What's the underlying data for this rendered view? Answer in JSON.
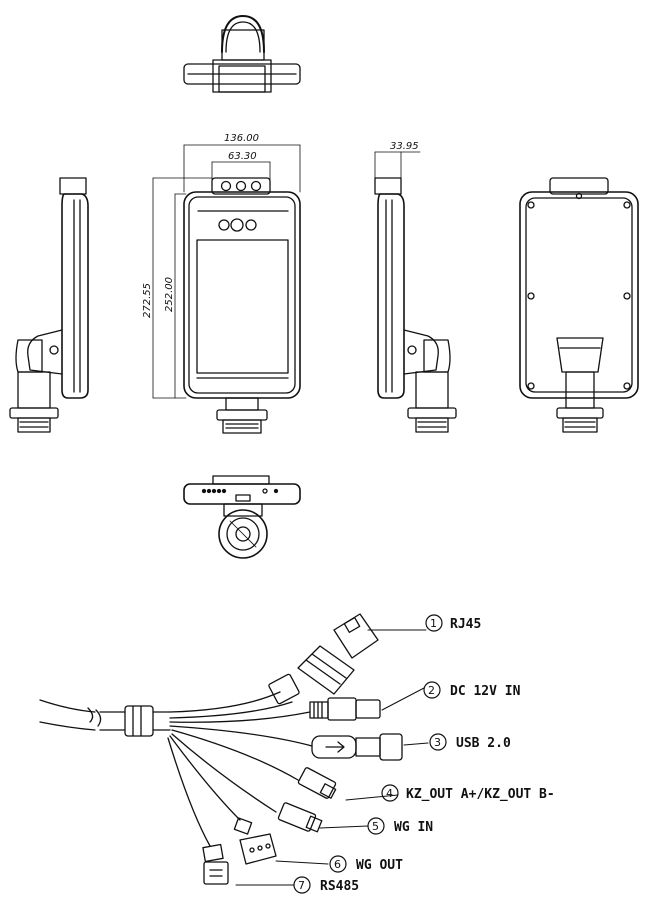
{
  "dimensions": {
    "overall_width": "136.00",
    "camera_width": "63.30",
    "overall_height": "272.55",
    "screen_height": "252.00",
    "depth": "33.95"
  },
  "connectors": [
    {
      "number": "1",
      "label": "RJ45"
    },
    {
      "number": "2",
      "label": "DC 12V IN"
    },
    {
      "number": "3",
      "label": "USB 2.0"
    },
    {
      "number": "4",
      "label": "KZ_OUT A+/KZ_OUT B-"
    },
    {
      "number": "5",
      "label": "WG IN"
    },
    {
      "number": "6",
      "label": "WG OUT"
    },
    {
      "number": "7",
      "label": "RS485"
    }
  ]
}
